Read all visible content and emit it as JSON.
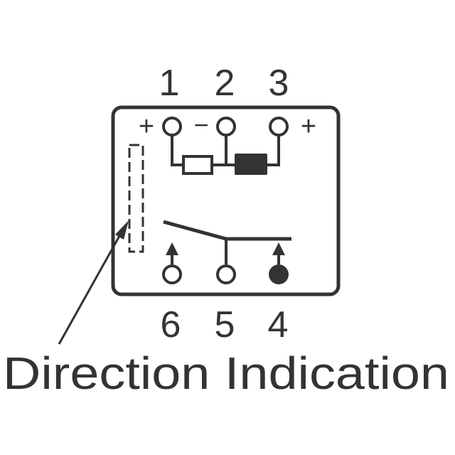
{
  "pins": {
    "top": [
      "1",
      "2",
      "3"
    ],
    "bottom": [
      "6",
      "5",
      "4"
    ]
  },
  "polarity": {
    "pin1": "+",
    "pin2": "−",
    "pin3": "+"
  },
  "caption": "Direction Indication",
  "colors": {
    "ink": "#333333",
    "background": "#ffffff"
  }
}
